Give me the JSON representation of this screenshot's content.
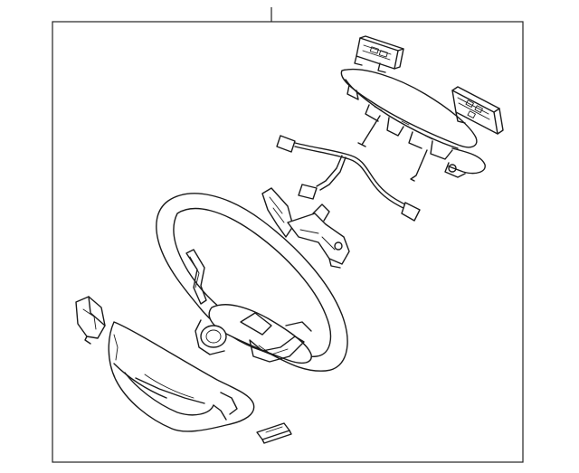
{
  "diagram": {
    "parts": [
      "steering-wheel",
      "airbag-module",
      "right-switch-assembly",
      "left-switch-assembly",
      "clock-spring-wire-harness",
      "paddle-shifter-bracket",
      "lower-column-cover",
      "side-trim-clip",
      "bottom-trim-insert"
    ]
  }
}
